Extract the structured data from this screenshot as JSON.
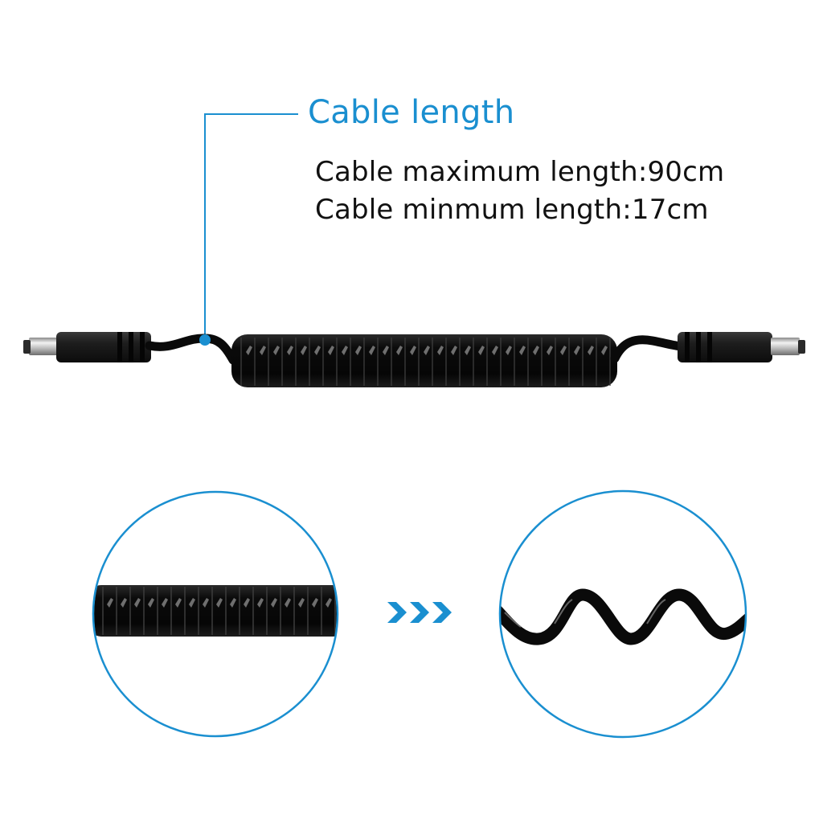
{
  "callout": {
    "title": "Cable length",
    "accent_color": "#1a8fd0"
  },
  "specs": {
    "max_length": "Cable maximum length:90cm",
    "min_length": "Cable minmum length:17cm"
  },
  "product": {
    "name": "coiled DC power cable",
    "left_connector": "DC barrel plug",
    "right_connector": "DC barrel plug",
    "cable_color": "#0a0a0a"
  },
  "comparison": {
    "left_circle": "coiled cable (retracted)",
    "arrow": "triple-chevron-right",
    "right_circle": "stretched cable (extended)",
    "circle_color": "#1a8fd0"
  }
}
